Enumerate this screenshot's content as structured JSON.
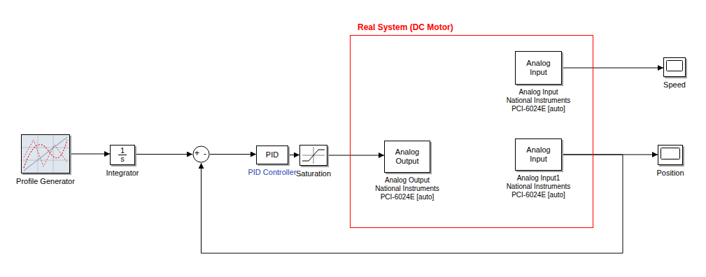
{
  "diagram": {
    "nodes": [
      {
        "text": [
          "Profile Generator"
        ]
      },
      {
        "text": [
          "1",
          "s",
          "Integrator"
        ]
      },
      {
        "text": [
          "+",
          "-"
        ]
      },
      {
        "text": [
          "PID",
          "PID Controller"
        ]
      },
      {
        "text": [
          "Saturation"
        ]
      },
      {
        "text": [
          "Real System (DC Motor)"
        ]
      },
      {
        "text": [
          "Analog Output",
          "Analog Output National Instruments PCI-6024E [auto]"
        ],
        "in": 5
      },
      {
        "text": [
          "Analog Input",
          "Analog Input National Instruments PCI-6024E [auto]"
        ],
        "in": 5
      },
      {
        "text": [
          "Analog Input",
          "Analog Input1 National Instruments PCI-6024E [auto]"
        ],
        "in": 5
      },
      {
        "text": [
          "Speed"
        ]
      },
      {
        "text": [
          "Position"
        ]
      }
    ],
    "edges": [
      {
        "from": 0,
        "to": 1,
        "arrow": "to"
      },
      {
        "from": 1,
        "to": 2,
        "arrow": "to"
      },
      {
        "from": 2,
        "to": 3,
        "arrow": "to"
      },
      {
        "from": 3,
        "to": 4,
        "arrow": "to"
      },
      {
        "from": 4,
        "to": 6,
        "arrow": "to"
      },
      {
        "from": 7,
        "to": 9,
        "arrow": "to"
      },
      {
        "from": 8,
        "to": 10,
        "arrow": "to"
      },
      {
        "from": 8,
        "to": 2,
        "arrow": "to"
      }
    ]
  }
}
